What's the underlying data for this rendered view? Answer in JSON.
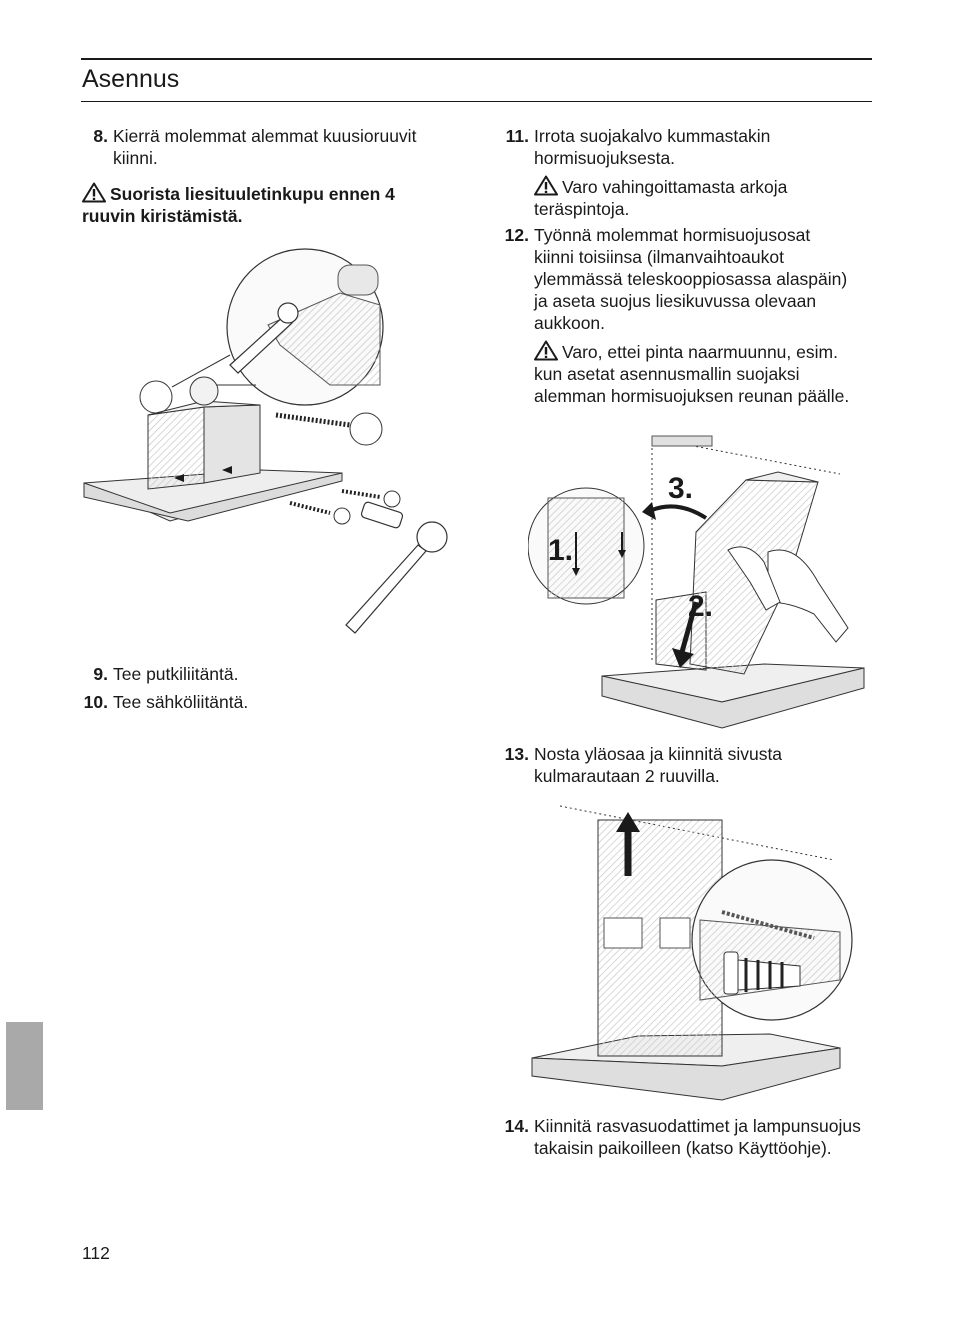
{
  "header": {
    "title": "Asennus"
  },
  "left": {
    "step8": {
      "num": "8.",
      "text": "Kierrä molemmat alemmat kuusioruuvit kiinni."
    },
    "warning": "Suorista liesituuletinkupu ennen 4 ruuvin kiristämistä.",
    "step9": {
      "num": "9.",
      "text": "Tee putkiliitäntä."
    },
    "step10": {
      "num": "10.",
      "text": "Tee sähköliitäntä."
    }
  },
  "right": {
    "step11": {
      "num": "11.",
      "text": "Irrota suojakalvo kummastakin hormisuojuksesta.",
      "warning": "Varo vahingoittamasta arkoja teräspintoja."
    },
    "step12": {
      "num": "12.",
      "text": "Työnnä molemmat hormisuojusosat kiinni toisiinsa (ilmanvaihtoaukot ylemmässä teleskooppiosassa alaspäin) ja aseta suojus liesikuvussa olevaan aukkoon.",
      "warning": "Varo, ettei pinta naarmuunnu, esim. kun asetat asennusmallin suojaksi alemman hormisuojuksen reunan päälle."
    },
    "figure2_labels": {
      "l1": "1.",
      "l2": "2.",
      "l3": "3."
    },
    "step13": {
      "num": "13.",
      "text": "Nosta yläosaa ja kiinnitä sivusta kulmarautaan 2 ruuvilla."
    },
    "step14": {
      "num": "14.",
      "text": "Kiinnitä rasvasuodattimet ja lampunsuojus takaisin paikoilleen (katso Käyttöohje)."
    }
  },
  "footer": {
    "page_number": "112"
  },
  "colors": {
    "text": "#1a1a1a",
    "side_tab": "#a9a9a9"
  }
}
